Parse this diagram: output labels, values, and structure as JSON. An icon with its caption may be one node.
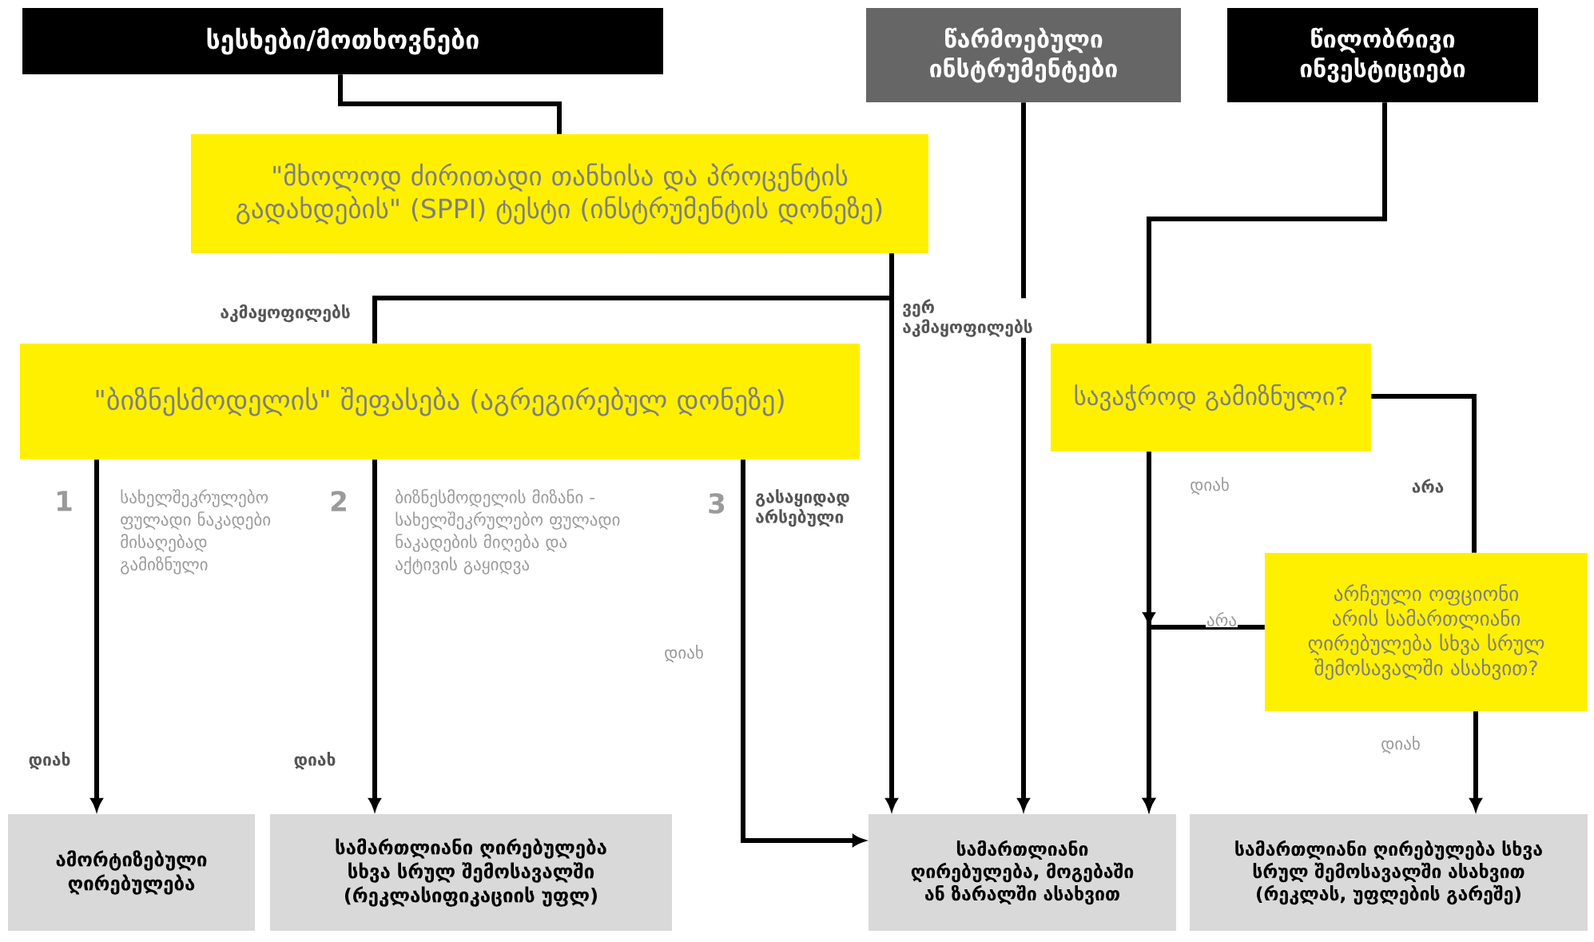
{
  "diagram": {
    "nodes": [
      {
        "text": [
          "სესხები/მოთხოვნები"
        ]
      },
      {
        "text": [
          "წარმოებული ინსტრუმენტები"
        ]
      },
      {
        "text": [
          "წილობრივი ინვესტიციები"
        ]
      },
      {
        "text": [
          "\"მხოლოდ ძირითადი თანხისა და პროცენტის გადახდების\" (SPPI) ტესტი (ინსტრუმენტის დონეზე)"
        ]
      },
      {
        "text": [
          "\"ბიზნესმოდელის\" შეფასება (აგრეგირებულ დონეზე)"
        ]
      },
      {
        "text": [
          "სავაჭროდ გამიზნული?"
        ]
      },
      {
        "text": [
          "არჩეული ოფციონი არის სამართლიანი ღირებულება სხვა სრულ შემოსავალში ასახვით?"
        ]
      },
      {
        "text": [
          "ამორტიზებული ღირებულება"
        ]
      },
      {
        "text": [
          "სამართლიანი ღირებულება სხვა სრულ შემოსავალში (რეკლასიფიკაციის უფლ)"
        ]
      },
      {
        "text": [
          "სამართლიანი ღირებულება, მოგებაში ან ზარალში ასახვით"
        ]
      },
      {
        "text": [
          "სამართლიანი ღირებულება სხვა სრულ შემოსავალში ასახვით (რეკლას, უფლების გარეშე)"
        ]
      }
    ],
    "edges": [
      {
        "from": 0,
        "to": 3,
        "arrow": "none"
      },
      {
        "from": 3,
        "to": 4,
        "arrow": "none",
        "label": "აკმაყოფილებს"
      },
      {
        "from": 3,
        "to": 9,
        "arrow": "to",
        "label": "ვერ აკმაყოფილებს"
      },
      {
        "from": 1,
        "to": 9,
        "arrow": "to"
      },
      {
        "from": 2,
        "to": 5,
        "arrow": "none"
      },
      {
        "from": 4,
        "to": 7,
        "arrow": "to",
        "label": "დიახ"
      },
      {
        "from": 4,
        "to": 8,
        "arrow": "to",
        "label": "დიახ"
      },
      {
        "from": 4,
        "to": 9,
        "arrow": "to",
        "label": "დიახ"
      },
      {
        "from": 5,
        "to": 9,
        "arrow": "to",
        "label": "დიახ"
      },
      {
        "from": 5,
        "to": 6,
        "arrow": "none",
        "label": "არა"
      },
      {
        "from": 6,
        "to": 9,
        "arrow": "to",
        "label": "არა"
      },
      {
        "from": 6,
        "to": 10,
        "arrow": "to",
        "label": "დიახ"
      }
    ],
    "labels": [
      "1",
      "სახელშეკრულებო ფულადი ნაკადები მისაღებად გამიზნული",
      "2",
      "ბიზნესმოდელის მიზანი - სახელშეკრულებო ფულადი ნაკადების მიღება და აქტივის გაყიდვა",
      "3",
      "გასაყიდად არსებული"
    ]
  }
}
